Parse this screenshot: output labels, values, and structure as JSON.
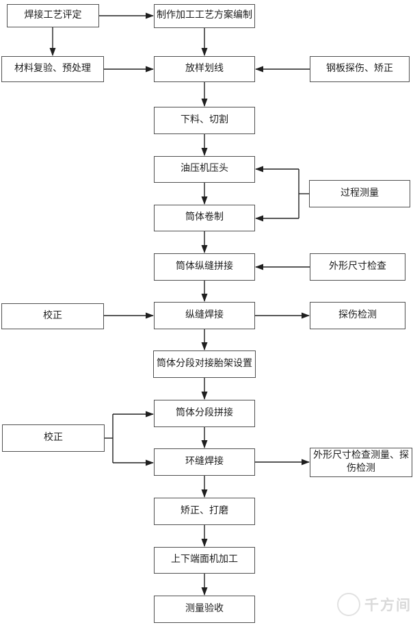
{
  "diagram": {
    "type": "flowchart",
    "language": "zh-CN",
    "background": "#ffffff",
    "box_border_color": "#4f4f4f",
    "line_color": "#1f1f1f",
    "text_color": "#1c1c1c"
  },
  "nodes": [
    {
      "id": "weld-qualification",
      "label": "焊接工艺评定"
    },
    {
      "id": "process-plan",
      "label": "制作加工工艺方案编制"
    },
    {
      "id": "material-reinspect",
      "label": "材料复验、预处理"
    },
    {
      "id": "lofting-marking",
      "label": "放样划线"
    },
    {
      "id": "plate-flaw-correction",
      "label": "钢板探伤、矫正"
    },
    {
      "id": "cutting",
      "label": "下料、切割"
    },
    {
      "id": "hydraulic-press-head",
      "label": "油压机压头"
    },
    {
      "id": "process-measurement",
      "label": "过程测量"
    },
    {
      "id": "shell-rolling",
      "label": "筒体卷制"
    },
    {
      "id": "longitudinal-splice",
      "label": "筒体纵缝拼接"
    },
    {
      "id": "dimension-check",
      "label": "外形尺寸检查"
    },
    {
      "id": "longitudinal-weld",
      "label": "纵缝焊接"
    },
    {
      "id": "correction-1",
      "label": "校正"
    },
    {
      "id": "flaw-detection",
      "label": "探伤检测"
    },
    {
      "id": "jig-setup",
      "label": "筒体分段对接胎架设置"
    },
    {
      "id": "section-splice",
      "label": "筒体分段拼接"
    },
    {
      "id": "correction-2",
      "label": "校正"
    },
    {
      "id": "ring-seam-weld",
      "label": "环缝焊接"
    },
    {
      "id": "dimension-flaw-check",
      "label": "外形尺寸检查测量、探伤检测"
    },
    {
      "id": "straighten-grind",
      "label": "矫正、打磨"
    },
    {
      "id": "end-face-machining",
      "label": "上下端面机加工"
    },
    {
      "id": "measurement-acceptance",
      "label": "测量验收"
    }
  ],
  "edges": [
    {
      "from": "weld-qualification",
      "to": "process-plan"
    },
    {
      "from": "weld-qualification",
      "to": "material-reinspect"
    },
    {
      "from": "process-plan",
      "to": "lofting-marking"
    },
    {
      "from": "material-reinspect",
      "to": "lofting-marking"
    },
    {
      "from": "plate-flaw-correction",
      "to": "lofting-marking"
    },
    {
      "from": "lofting-marking",
      "to": "cutting"
    },
    {
      "from": "cutting",
      "to": "hydraulic-press-head"
    },
    {
      "from": "hydraulic-press-head",
      "to": "shell-rolling"
    },
    {
      "from": "process-measurement",
      "to": "hydraulic-press-head"
    },
    {
      "from": "process-measurement",
      "to": "shell-rolling"
    },
    {
      "from": "shell-rolling",
      "to": "longitudinal-splice"
    },
    {
      "from": "dimension-check",
      "to": "longitudinal-splice"
    },
    {
      "from": "longitudinal-splice",
      "to": "longitudinal-weld"
    },
    {
      "from": "correction-1",
      "to": "longitudinal-weld"
    },
    {
      "from": "longitudinal-weld",
      "to": "flaw-detection"
    },
    {
      "from": "longitudinal-weld",
      "to": "jig-setup"
    },
    {
      "from": "jig-setup",
      "to": "section-splice"
    },
    {
      "from": "correction-2",
      "to": "section-splice"
    },
    {
      "from": "correction-2",
      "to": "ring-seam-weld"
    },
    {
      "from": "section-splice",
      "to": "ring-seam-weld"
    },
    {
      "from": "ring-seam-weld",
      "to": "dimension-flaw-check"
    },
    {
      "from": "ring-seam-weld",
      "to": "straighten-grind"
    },
    {
      "from": "straighten-grind",
      "to": "end-face-machining"
    },
    {
      "from": "end-face-machining",
      "to": "measurement-acceptance"
    }
  ],
  "watermark": {
    "text": "千方间"
  }
}
